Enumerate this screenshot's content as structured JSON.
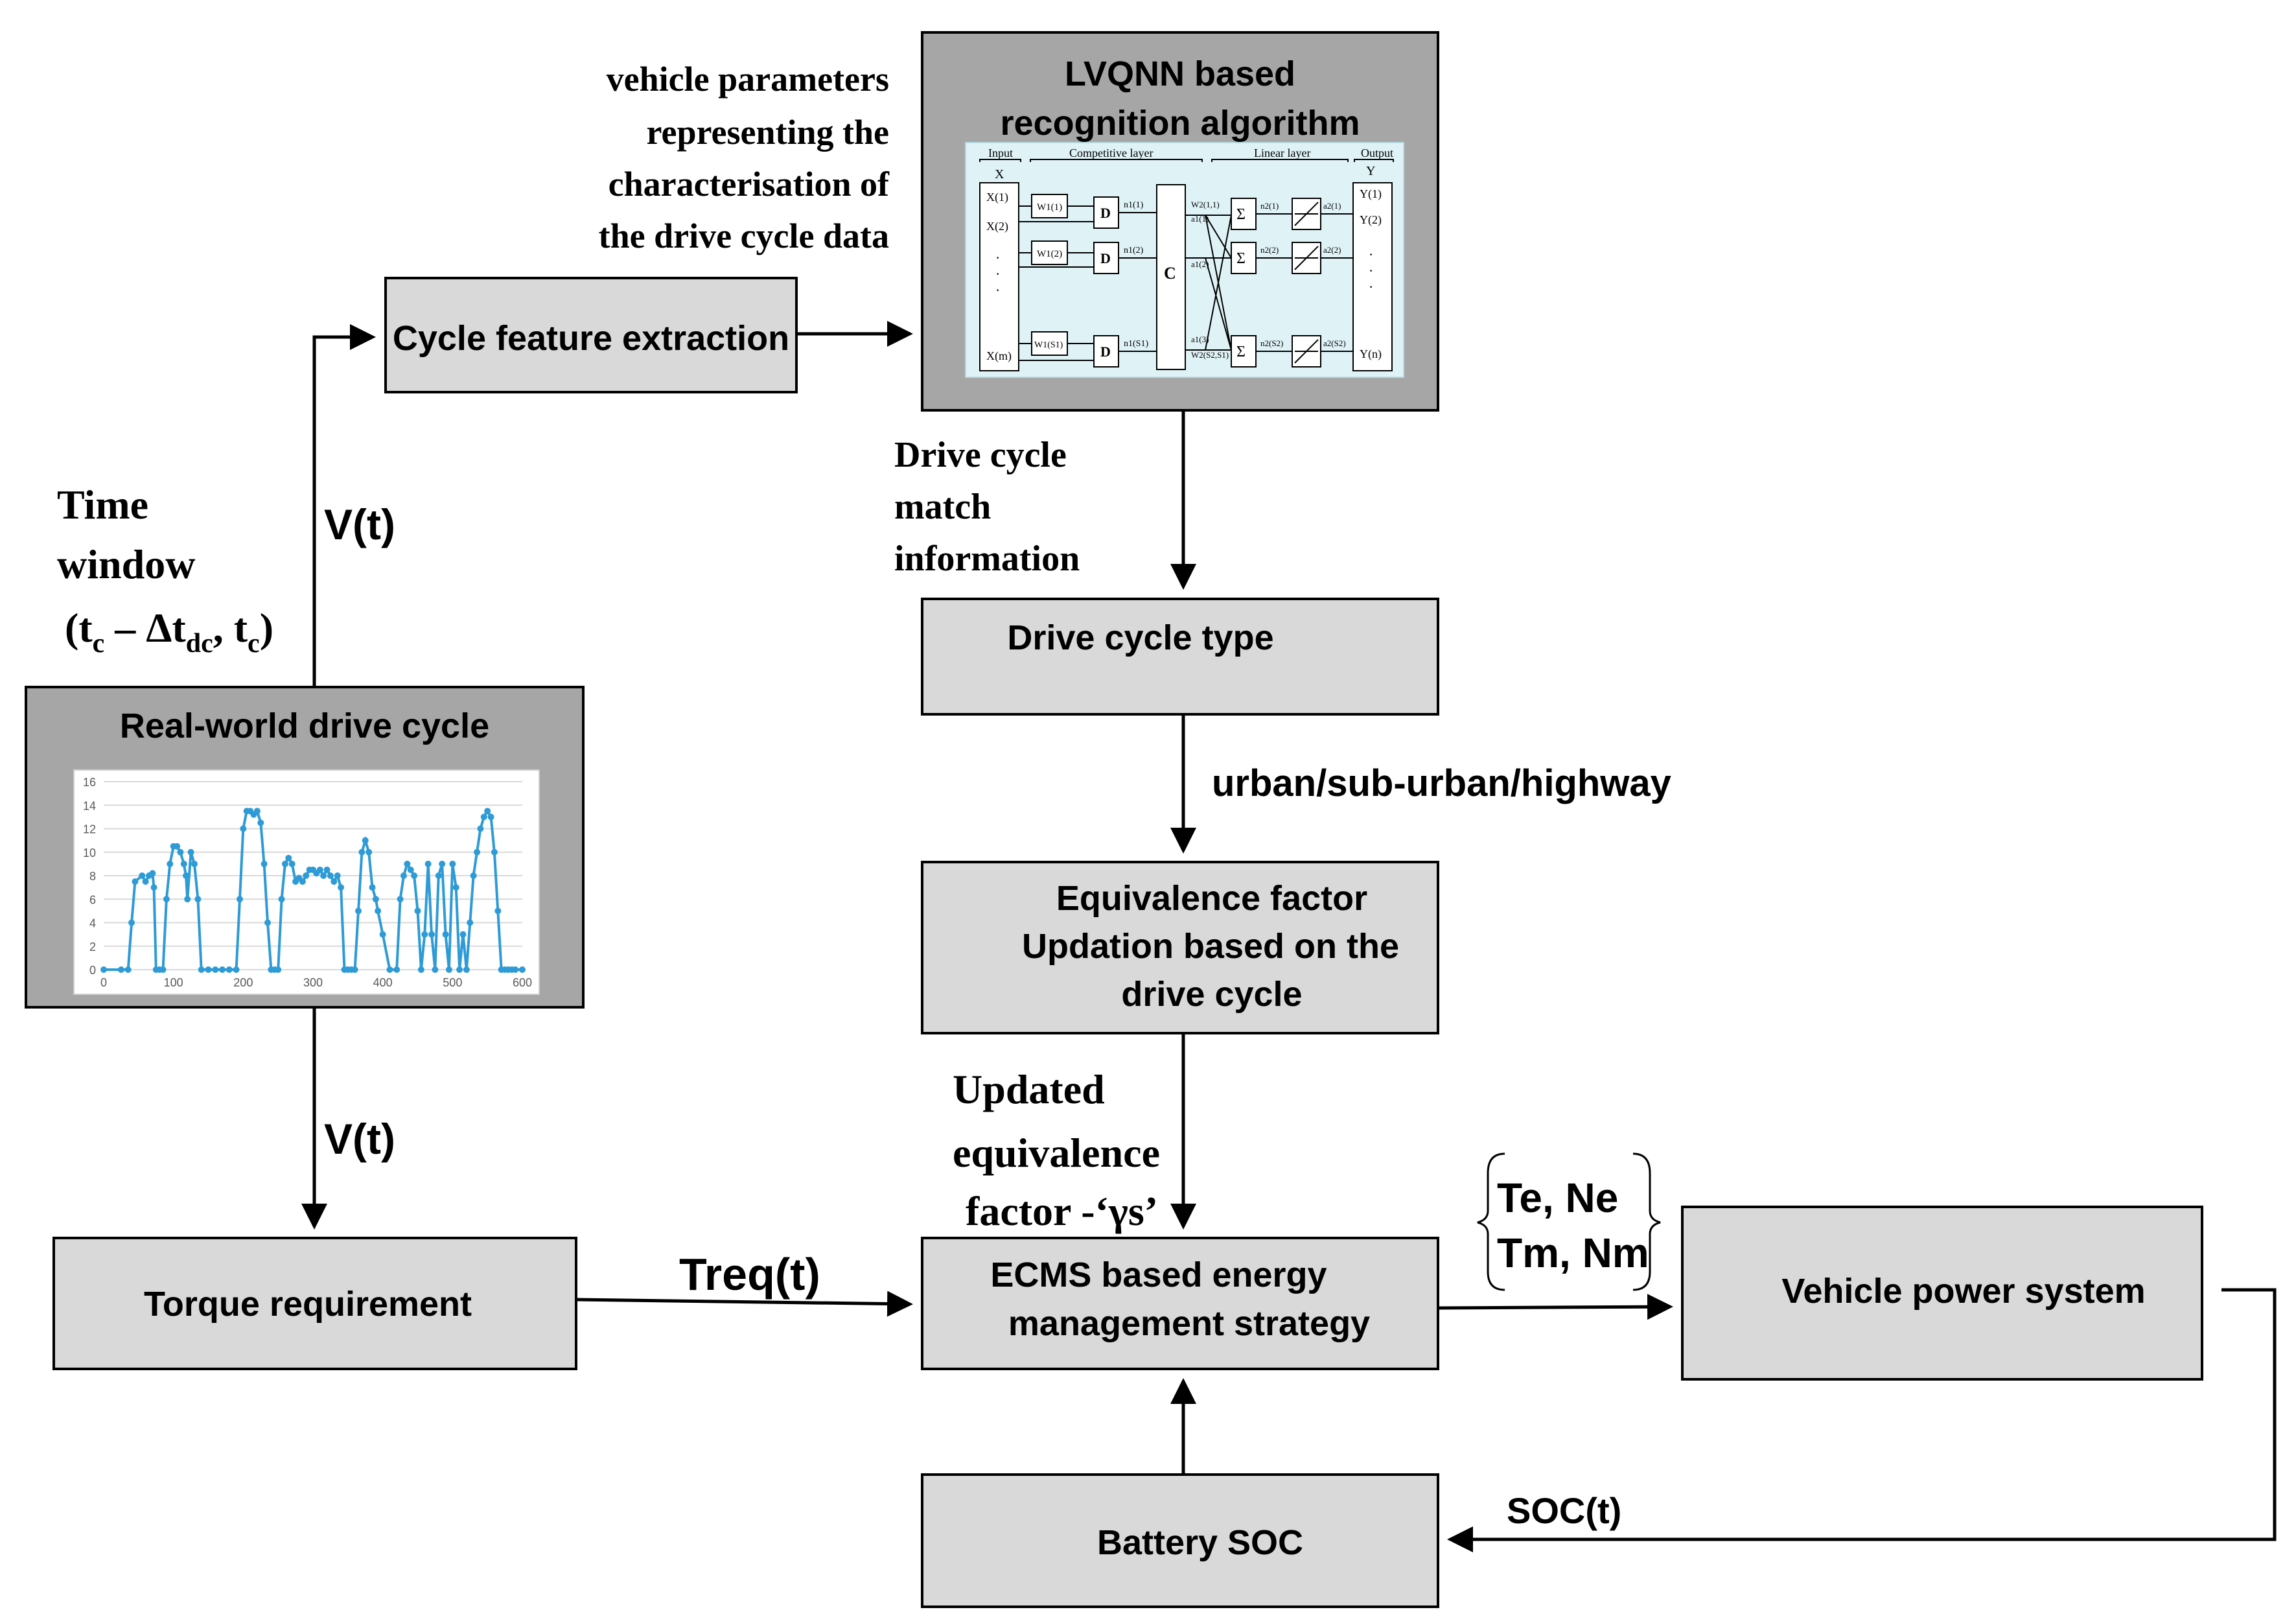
{
  "labels": {
    "vehicle_params_1": "vehicle parameters",
    "vehicle_params_2": "representing the",
    "vehicle_params_3": "characterisation of",
    "vehicle_params_4": "the drive cycle data",
    "time_window_1": "Time",
    "time_window_2": "window",
    "time_window_3": "(t",
    "time_window_sub_c": "c",
    "time_window_4": " – Δt",
    "time_window_sub_dc": "dc",
    "time_window_5": ", t",
    "time_window_sub_c2": "c",
    "time_window_6": ")",
    "vt_top": "V(t)",
    "vt_bottom": "V(t)",
    "drive_match_1": "Drive cycle",
    "drive_match_2": "match",
    "drive_match_3": "information",
    "urban": "urban/sub-urban/highway",
    "updated_eq_1": "Updated",
    "updated_eq_2": "equivalence",
    "updated_eq_3": "factor -‘γs’",
    "treq": "Treq(t)",
    "te_ne": "Te, Ne",
    "tm_nm": "Tm, Nm",
    "soc_t": "SOC(t)"
  },
  "boxes": {
    "lvqnn_title_1": "LVQNN based",
    "lvqnn_title_2": "recognition algorithm",
    "cycle_feature": "Cycle feature extraction",
    "real_world": "Real-world drive cycle",
    "drive_cycle_type": "Drive cycle type",
    "eq_factor_1": "Equivalence factor",
    "eq_factor_2": "Updation based on the",
    "eq_factor_3": "drive cycle",
    "torque": "Torque requirement",
    "ecms_1": "ECMS based energy",
    "ecms_2": "management strategy",
    "vehicle_power": "Vehicle power system",
    "battery": "Battery SOC"
  },
  "nn": {
    "input": "Input",
    "competitive": "Competitive layer",
    "linear": "Linear layer",
    "output": "Output",
    "x": "X",
    "y": "Y",
    "x1": "X(1)",
    "x2": "X(2)",
    "xm": "X(m)",
    "y1": "Y(1)",
    "y2": "Y(2)",
    "yn": "Y(n)",
    "w1": "W1(1)",
    "w2": "W1(2)",
    "ws": "W1(S1)",
    "d": "D",
    "c": "C",
    "sigma": "Σ",
    "n11": "n1(1)",
    "n12": "n1(2)",
    "n1s": "n1(S1)",
    "a11": "a1(1)",
    "a12": "a1(2)",
    "a13": "a1(3)",
    "w2_11": "W2(1,1)",
    "w2_ss": "W2(S2,S1)",
    "n21": "n2(1)",
    "n22": "n2(2)",
    "n2s": "n2(S2)",
    "a21": "a2(1)",
    "a22": "a2(2)",
    "a2s": "a2(S2)"
  },
  "chart_data": {
    "type": "line",
    "title": "",
    "xlabel": "",
    "ylabel": "",
    "xlim": [
      0,
      600
    ],
    "ylim": [
      0,
      16
    ],
    "x_ticks": [
      "0",
      "100",
      "200",
      "300",
      "400",
      "500",
      "600"
    ],
    "y_ticks": [
      "0",
      "2",
      "4",
      "6",
      "8",
      "10",
      "12",
      "14",
      "16"
    ],
    "grid": "horizontal",
    "series": [
      {
        "color": "#2e9bd6",
        "x": [
          0,
          25,
          35,
          40,
          45,
          55,
          60,
          65,
          70,
          72,
          75,
          80,
          85,
          90,
          95,
          100,
          105,
          110,
          115,
          118,
          120,
          125,
          130,
          135,
          140,
          150,
          160,
          170,
          180,
          190,
          195,
          200,
          205,
          210,
          215,
          220,
          225,
          230,
          235,
          240,
          245,
          250,
          255,
          260,
          265,
          270,
          275,
          280,
          285,
          290,
          295,
          300,
          305,
          310,
          315,
          320,
          325,
          330,
          335,
          340,
          345,
          350,
          355,
          360,
          365,
          370,
          375,
          380,
          385,
          390,
          393,
          400,
          410,
          420,
          425,
          430,
          435,
          440,
          445,
          450,
          455,
          460,
          465,
          470,
          475,
          480,
          485,
          490,
          495,
          500,
          505,
          510,
          515,
          520,
          525,
          530,
          535,
          540,
          545,
          550,
          555,
          560,
          565,
          570,
          575,
          580,
          585,
          590,
          600
        ],
        "y": [
          0,
          0,
          0,
          4,
          7.5,
          8,
          7.5,
          8,
          8.2,
          7,
          0,
          0,
          0,
          6,
          9,
          10.5,
          10.5,
          10,
          9,
          8,
          6,
          10,
          9,
          6,
          0,
          0,
          0,
          0,
          0,
          0,
          6,
          12,
          13.5,
          13.5,
          13.2,
          13.5,
          12.5,
          9,
          4,
          0,
          0,
          0,
          6,
          9,
          9.5,
          9,
          7.5,
          7.8,
          7.5,
          8,
          8.5,
          8.5,
          8.2,
          8.5,
          8,
          8.5,
          8,
          7.5,
          8,
          7,
          0,
          0,
          0,
          0,
          5,
          10,
          11,
          10,
          7,
          6,
          5,
          3,
          0,
          0,
          6,
          8,
          9,
          8.5,
          8,
          5,
          0,
          3,
          9,
          3,
          0,
          8,
          9,
          3,
          0,
          9,
          7,
          0,
          3,
          0,
          4,
          8,
          10,
          12,
          13,
          13.5,
          13,
          10,
          5,
          0,
          0,
          0,
          0,
          0,
          0
        ]
      }
    ]
  }
}
